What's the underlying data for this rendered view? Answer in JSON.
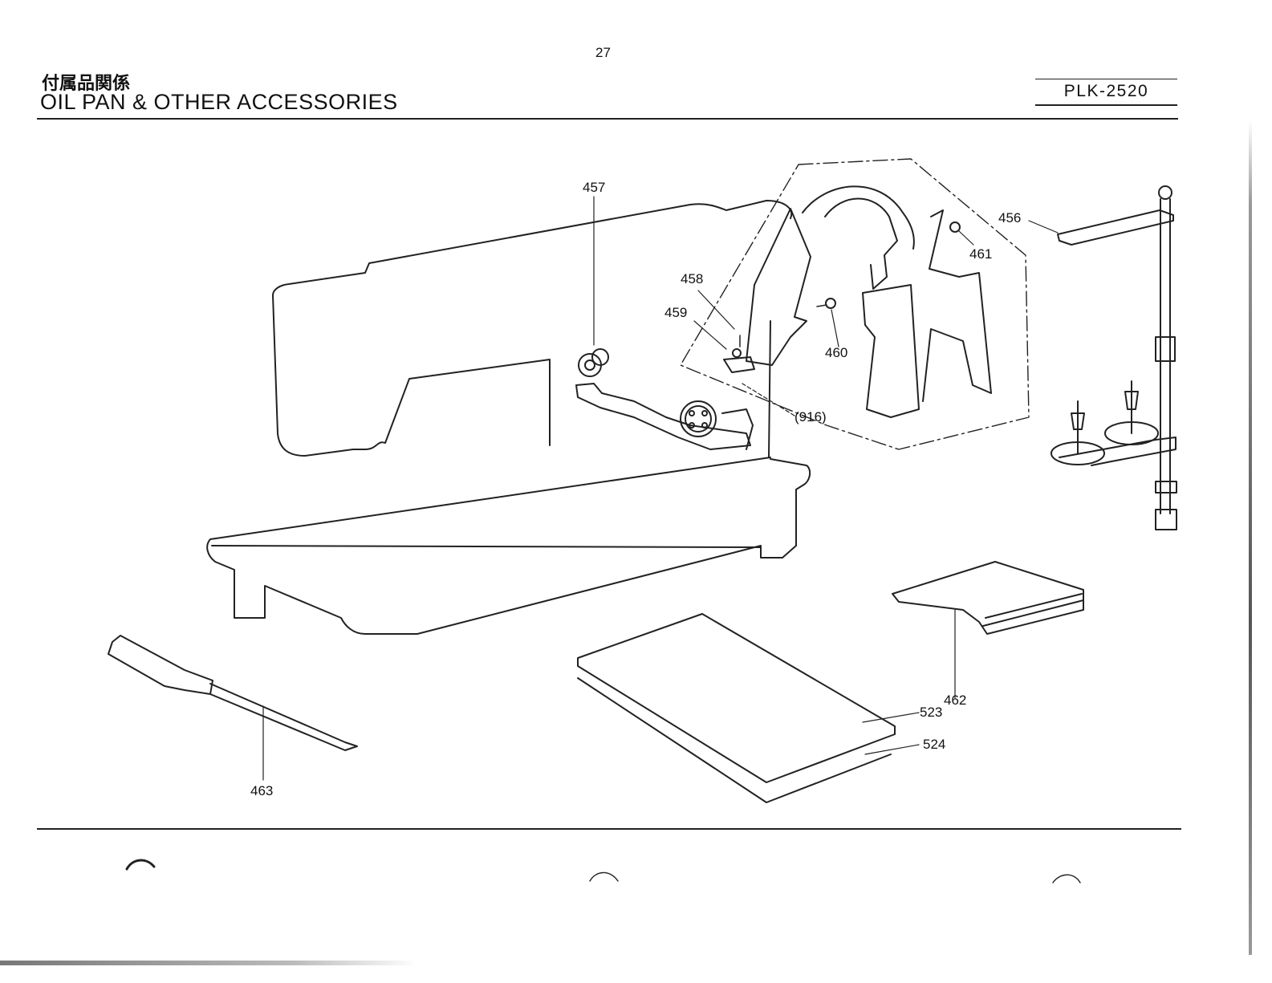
{
  "page": {
    "number": "27",
    "title_jp": "付属品関係",
    "title_en": "OIL PAN & OTHER ACCESSORIES",
    "model": "PLK-2520"
  },
  "callouts": [
    {
      "id": "c457",
      "label": "457"
    },
    {
      "id": "c456",
      "label": "456"
    },
    {
      "id": "c461",
      "label": "461"
    },
    {
      "id": "c458",
      "label": "458"
    },
    {
      "id": "c459",
      "label": "459"
    },
    {
      "id": "c460",
      "label": "460"
    },
    {
      "id": "c916",
      "label": "(916)"
    },
    {
      "id": "c462",
      "label": "462"
    },
    {
      "id": "c523",
      "label": "523"
    },
    {
      "id": "c524",
      "label": "524"
    },
    {
      "id": "c463",
      "label": "463"
    }
  ],
  "parts": [
    "sewing-machine-outline",
    "bobbin-winder",
    "belt-cover",
    "thread-stand",
    "machine-cover-cloth",
    "instruction-books",
    "screwdriver"
  ]
}
